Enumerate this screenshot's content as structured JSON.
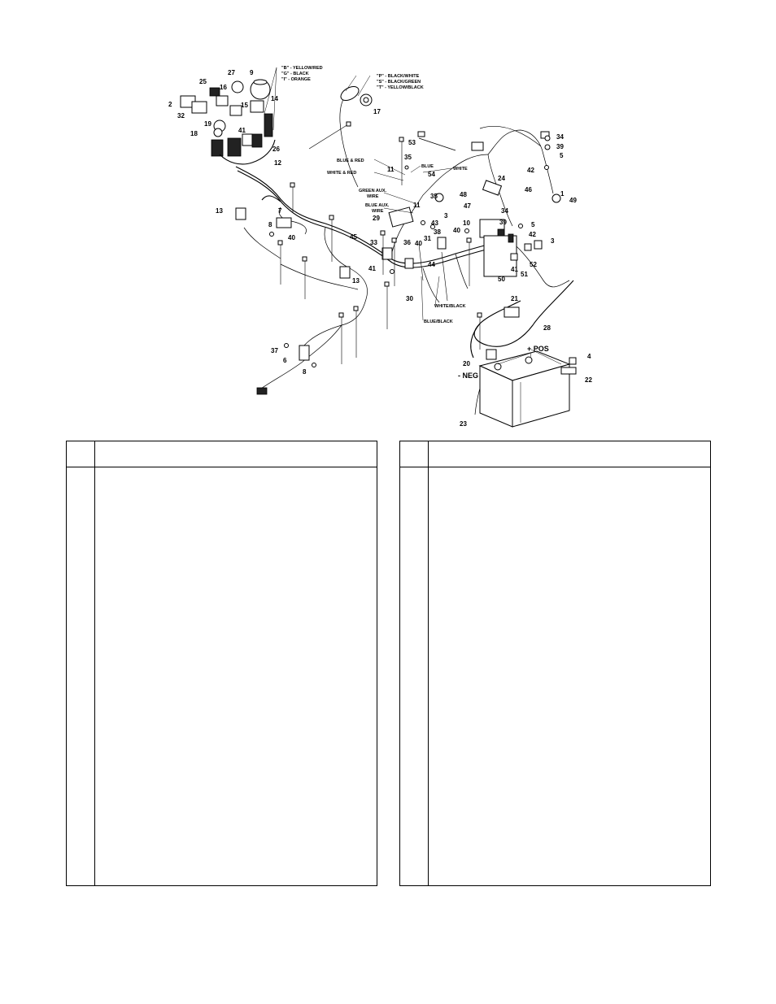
{
  "diagram": {
    "callouts": [
      "1",
      "2",
      "3",
      "3",
      "4",
      "5",
      "5",
      "6",
      "7",
      "8",
      "8",
      "9",
      "10",
      "11",
      "11",
      "12",
      "13",
      "13",
      "14",
      "15",
      "16",
      "17",
      "18",
      "19",
      "20",
      "21",
      "22",
      "23",
      "24",
      "25",
      "26",
      "27",
      "28",
      "29",
      "30",
      "31",
      "32",
      "33",
      "34",
      "34",
      "35",
      "35",
      "36",
      "37",
      "38",
      "39",
      "39",
      "40",
      "40",
      "40",
      "41",
      "41",
      "41",
      "42",
      "42",
      "43",
      "44",
      "45",
      "46",
      "47",
      "48",
      "49",
      "50",
      "51",
      "52",
      "53",
      "54"
    ],
    "color_key_left": {
      "b": "\"B\" - YELLOW/RED",
      "g": "\"G\" - BLACK",
      "i": "\"I\" - ORANGE"
    },
    "color_key_right": {
      "p": "\"P\" - BLACK/WHITE",
      "s": "\"S\" - BLACK/GREEN",
      "t": "\"T\" - YELLOW/BLACK"
    },
    "wire_labels": {
      "blue_red": "BLUE & RED",
      "white_red": "WHITE & RED",
      "blue": "BLUE",
      "white": "WHITE",
      "green_aux_1": "GREEN AUX.",
      "green_aux_2": "WIRE",
      "blue_aux_1": "BLUE AUX.",
      "blue_aux_2": "WIRE",
      "white_black": "WHITE/BLACK",
      "blue_black": "BLUE/BLACK"
    },
    "battery": {
      "pos": "+ POS",
      "neg": "- NEG"
    }
  },
  "tables": [
    {
      "headers": {
        "ref": "",
        "description": ""
      },
      "rows": []
    },
    {
      "headers": {
        "ref": "",
        "description": ""
      },
      "rows": []
    }
  ]
}
